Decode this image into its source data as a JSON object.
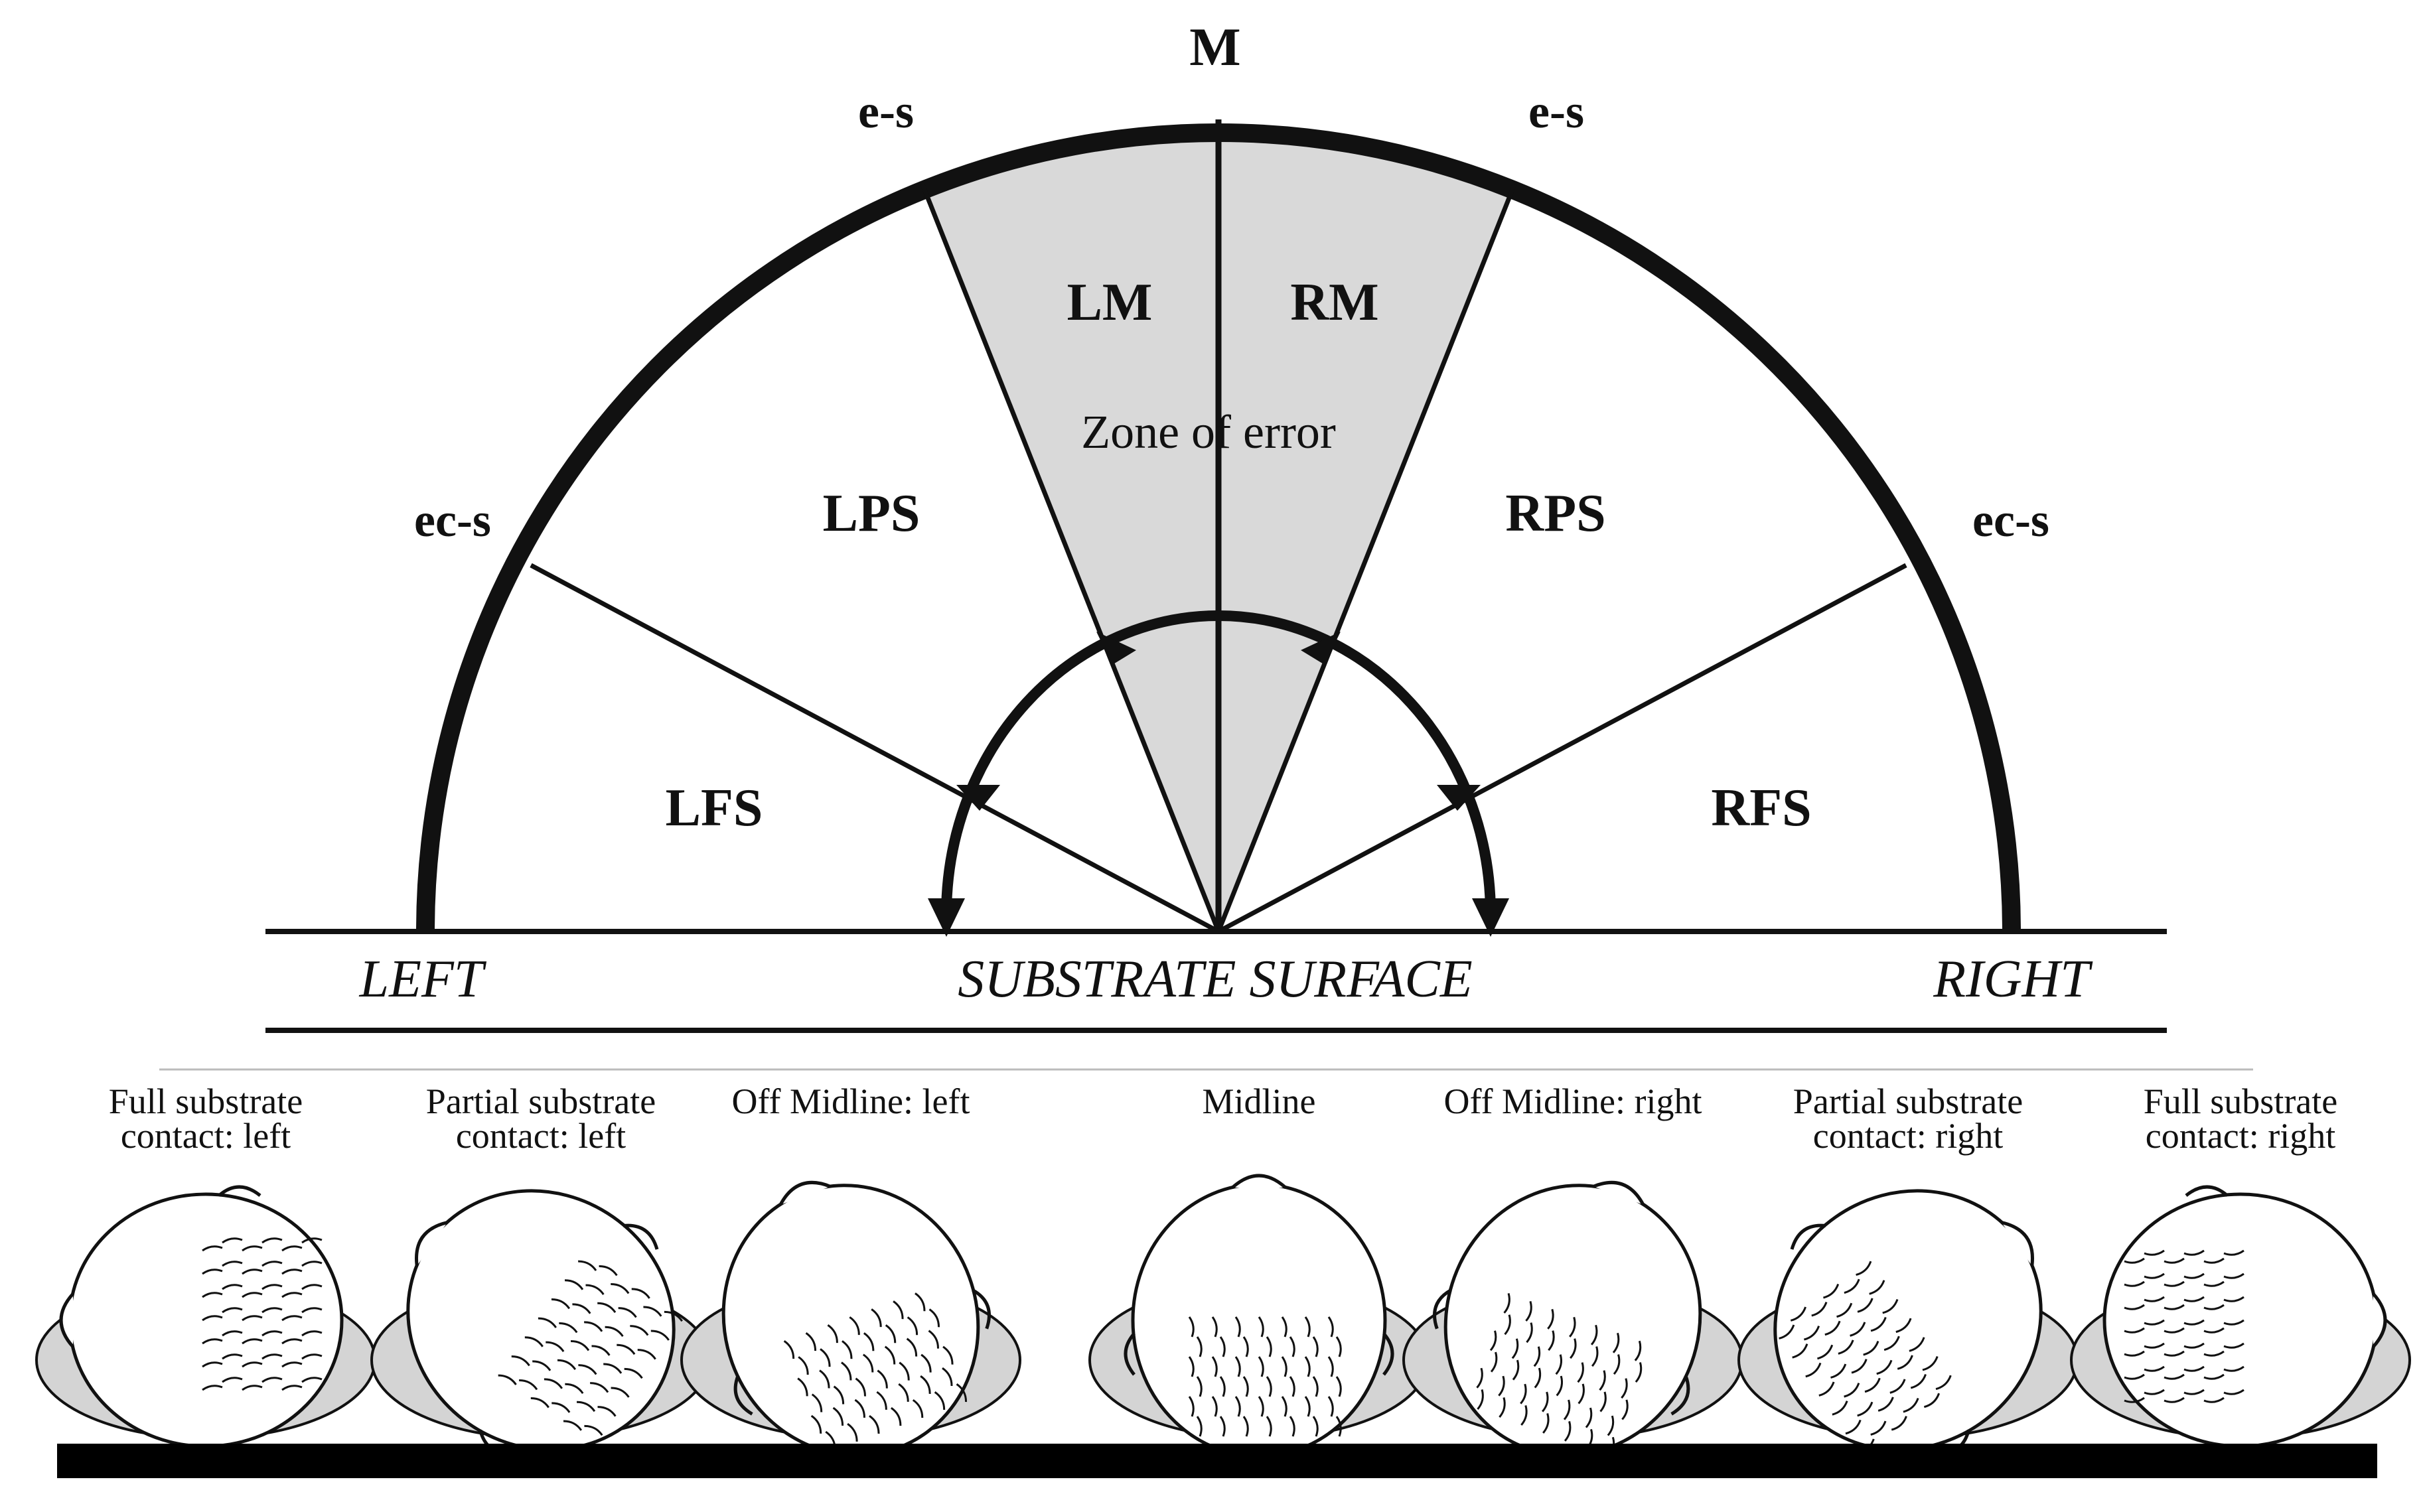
{
  "direction_labels": {
    "top": "M",
    "left_side": "LEFT",
    "right_side": "RIGHT",
    "surface": "SUBSTRATE SURFACE"
  },
  "boundary_labels": {
    "e_s_left": "e-s",
    "e_s_right": "e-s",
    "ec_s_left": "ec-s",
    "ec_s_right": "ec-s"
  },
  "zones": {
    "LFS": "LFS",
    "LPS": "LPS",
    "LM": "LM",
    "RM": "RM",
    "RPS": "RPS",
    "RFS": "RFS",
    "error_zone": "Zone of error"
  },
  "head_positions": [
    {
      "line1": "Full substrate",
      "line2": "contact: left",
      "yaw": -90
    },
    {
      "line1": "Partial substrate",
      "line2": "contact: left",
      "yaw": -55
    },
    {
      "line1": "Off Midline: left",
      "line2": "",
      "yaw": -20
    },
    {
      "line1": "Midline",
      "line2": "",
      "yaw": 0
    },
    {
      "line1": "Off Midline: right",
      "line2": "",
      "yaw": 20
    },
    {
      "line1": "Partial substrate",
      "line2": "contact: right",
      "yaw": 55
    },
    {
      "line1": "Full substrate",
      "line2": "contact: right",
      "yaw": 90
    }
  ],
  "colors": {
    "ink": "#111111",
    "error_zone_fill": "#d9d9d9",
    "pad_fill": "#d4d4d4",
    "head_fill": "#ffffff"
  }
}
